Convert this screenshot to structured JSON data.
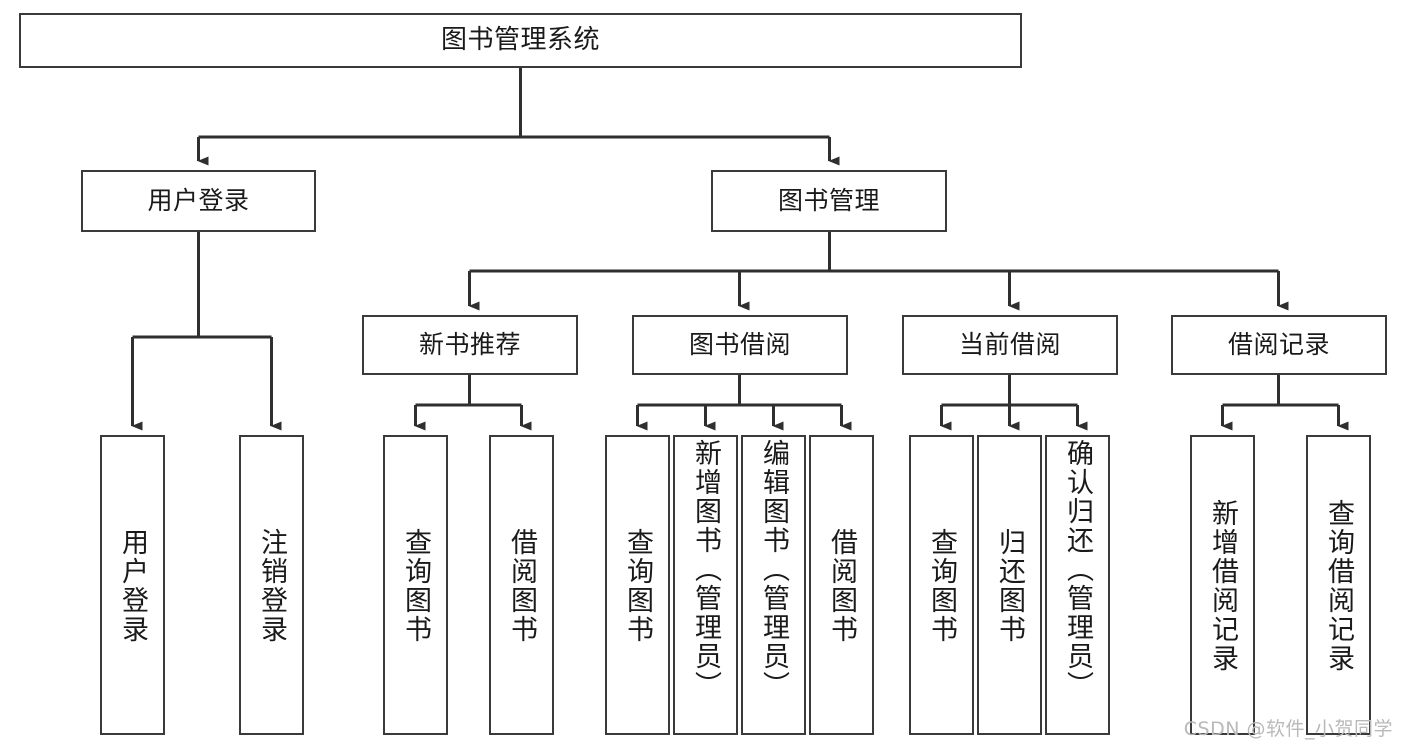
{
  "diagram": {
    "title": "图书管理系统",
    "type": "tree-hierarchy",
    "stroke_color": "#3a3a3a",
    "fill_color": "#ffffff",
    "text_color": "#1a1a1a"
  },
  "nodes": {
    "root": {
      "label": "图书管理系统"
    },
    "level2": [
      {
        "label": "用户登录"
      },
      {
        "label": "图书管理"
      }
    ],
    "level3": [
      {
        "label": "新书推荐"
      },
      {
        "label": "图书借阅"
      },
      {
        "label": "当前借阅"
      },
      {
        "label": "借阅记录"
      }
    ],
    "leaves": {
      "user_login": [
        {
          "label": "用户登录"
        },
        {
          "label": "注销登录"
        }
      ],
      "new_book": [
        {
          "label": "查询图书"
        },
        {
          "label": "借阅图书"
        }
      ],
      "book_borrow": [
        {
          "label": "查询图书"
        },
        {
          "label": "新增图书（管理员）"
        },
        {
          "label": "编辑图书（管理员）"
        },
        {
          "label": "借阅图书"
        }
      ],
      "current_borrow": [
        {
          "label": "查询图书"
        },
        {
          "label": "归还图书"
        },
        {
          "label": "确认归还（管理员）"
        }
      ],
      "borrow_record": [
        {
          "label": "新增借阅记录"
        },
        {
          "label": "查询借阅记录"
        }
      ]
    }
  },
  "watermark": {
    "text": "CSDN @软件_小贺同学"
  }
}
